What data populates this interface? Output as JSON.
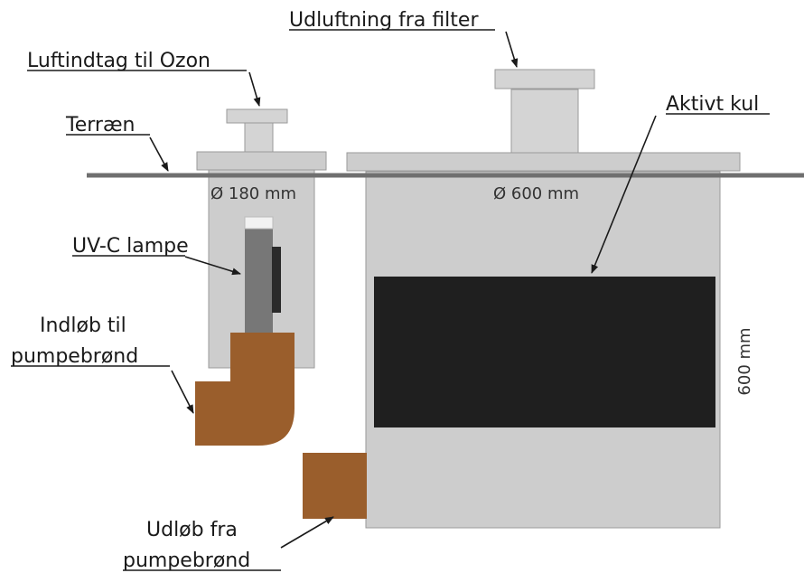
{
  "labels": {
    "udluftning": "Udluftning fra filter",
    "luftindtag": "Luftindtag til Ozon",
    "terraen": "Terræn",
    "aktivt_kul": "Aktivt kul",
    "uvc_lampe": "UV-C lampe",
    "indlob_line1": "Indløb til",
    "indlob_line2": "pumpebrønd",
    "udlob_line1": "Udløb fra",
    "udlob_line2": "pumpebrønd"
  },
  "dimensions": {
    "small_well_diameter": "Ø 180 mm",
    "large_well_diameter": "Ø 600 mm",
    "large_well_height": "600 mm"
  },
  "colors": {
    "well_fill": "#cdcdcd",
    "well_stroke": "#9a9a9a",
    "ground_line": "#6f6f6f",
    "carbon_fill": "#1f1f1f",
    "pipe_fill": "#9a5e2c",
    "lamp_body": "#777777",
    "lamp_cap": "#f2f2f2",
    "lamp_side": "#2a2a2a",
    "vent_fill": "#d4d4d4"
  }
}
